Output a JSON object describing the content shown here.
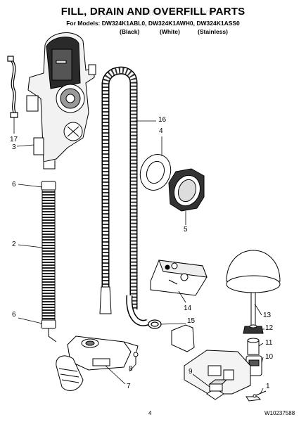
{
  "header": {
    "title": "FILL, DRAIN AND OVERFILL PARTS",
    "models": "For Models: DW324K1ABL0, DW324K1AWH0, DW324K1ASS0",
    "variants": [
      "(Black)",
      "(White)",
      "(Stainless)"
    ]
  },
  "watermark": "Appliance Parts Pros.com",
  "callouts": [
    "17",
    "3",
    "6",
    "2",
    "6",
    "16",
    "4",
    "5",
    "14",
    "15",
    "13",
    "12",
    "11",
    "10",
    "1",
    "9",
    "8",
    "7"
  ],
  "footer": {
    "page_number": "4",
    "document_code": "W10237588"
  }
}
